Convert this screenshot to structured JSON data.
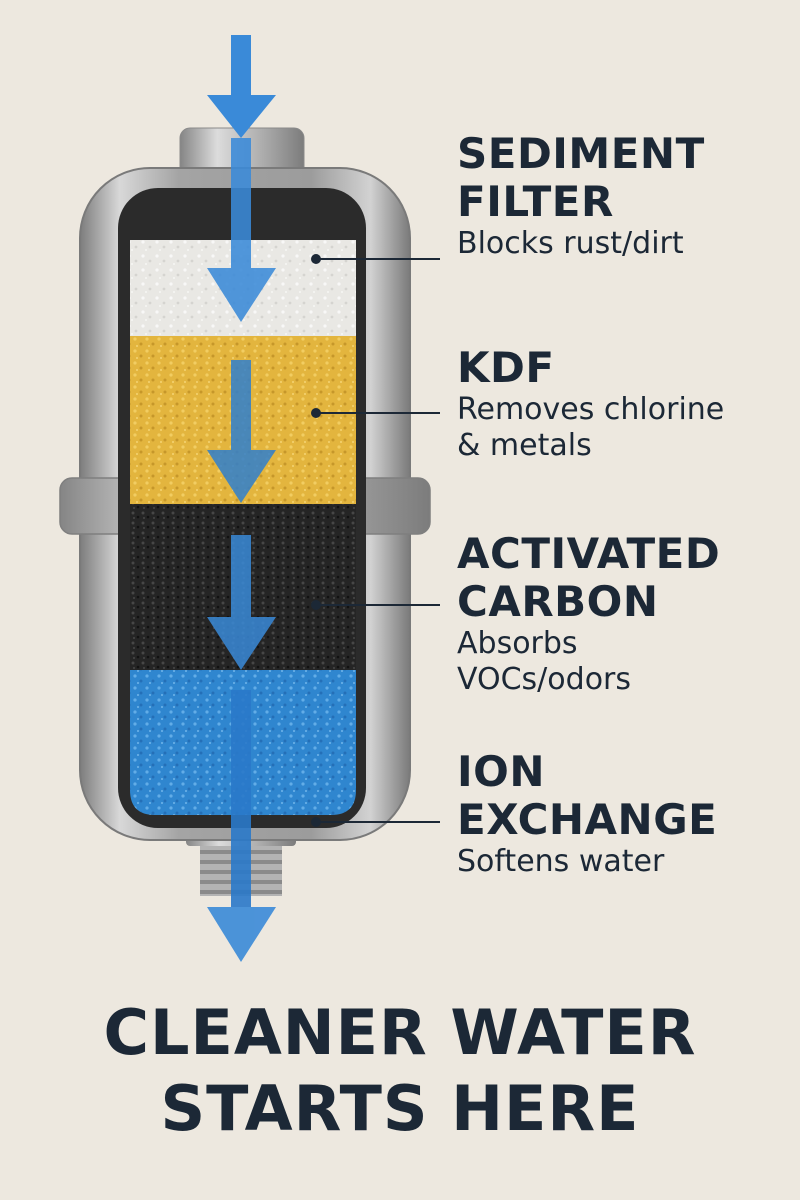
{
  "colors": {
    "background": "#ede8df",
    "text": "#1c2836",
    "arrow": "#3a8ad8",
    "sediment": "#e9e8e4",
    "kdf": "#e3b53e",
    "carbon": "#252525",
    "ion_exchange": "#2f86cf",
    "housing": "#a9a9a9"
  },
  "layers": [
    {
      "id": "sediment",
      "title_lines": [
        "SEDIMENT",
        "FILTER"
      ],
      "desc_lines": [
        "Blocks rust/dirt"
      ]
    },
    {
      "id": "kdf",
      "title_lines": [
        "KDF"
      ],
      "desc_lines": [
        "Removes chlorine",
        "& metals"
      ]
    },
    {
      "id": "carbon",
      "title_lines": [
        "ACTIVATED",
        "CARBON"
      ],
      "desc_lines": [
        "Absorbs",
        "VOCs/odors"
      ]
    },
    {
      "id": "ion_exchange",
      "title_lines": [
        "ION",
        "EXCHANGE"
      ],
      "desc_lines": [
        "Softens water"
      ]
    }
  ],
  "headline": {
    "lines": [
      "CLEANER WATER",
      "STARTS HERE"
    ]
  },
  "icons": [
    "water-flow-arrow-icon"
  ]
}
